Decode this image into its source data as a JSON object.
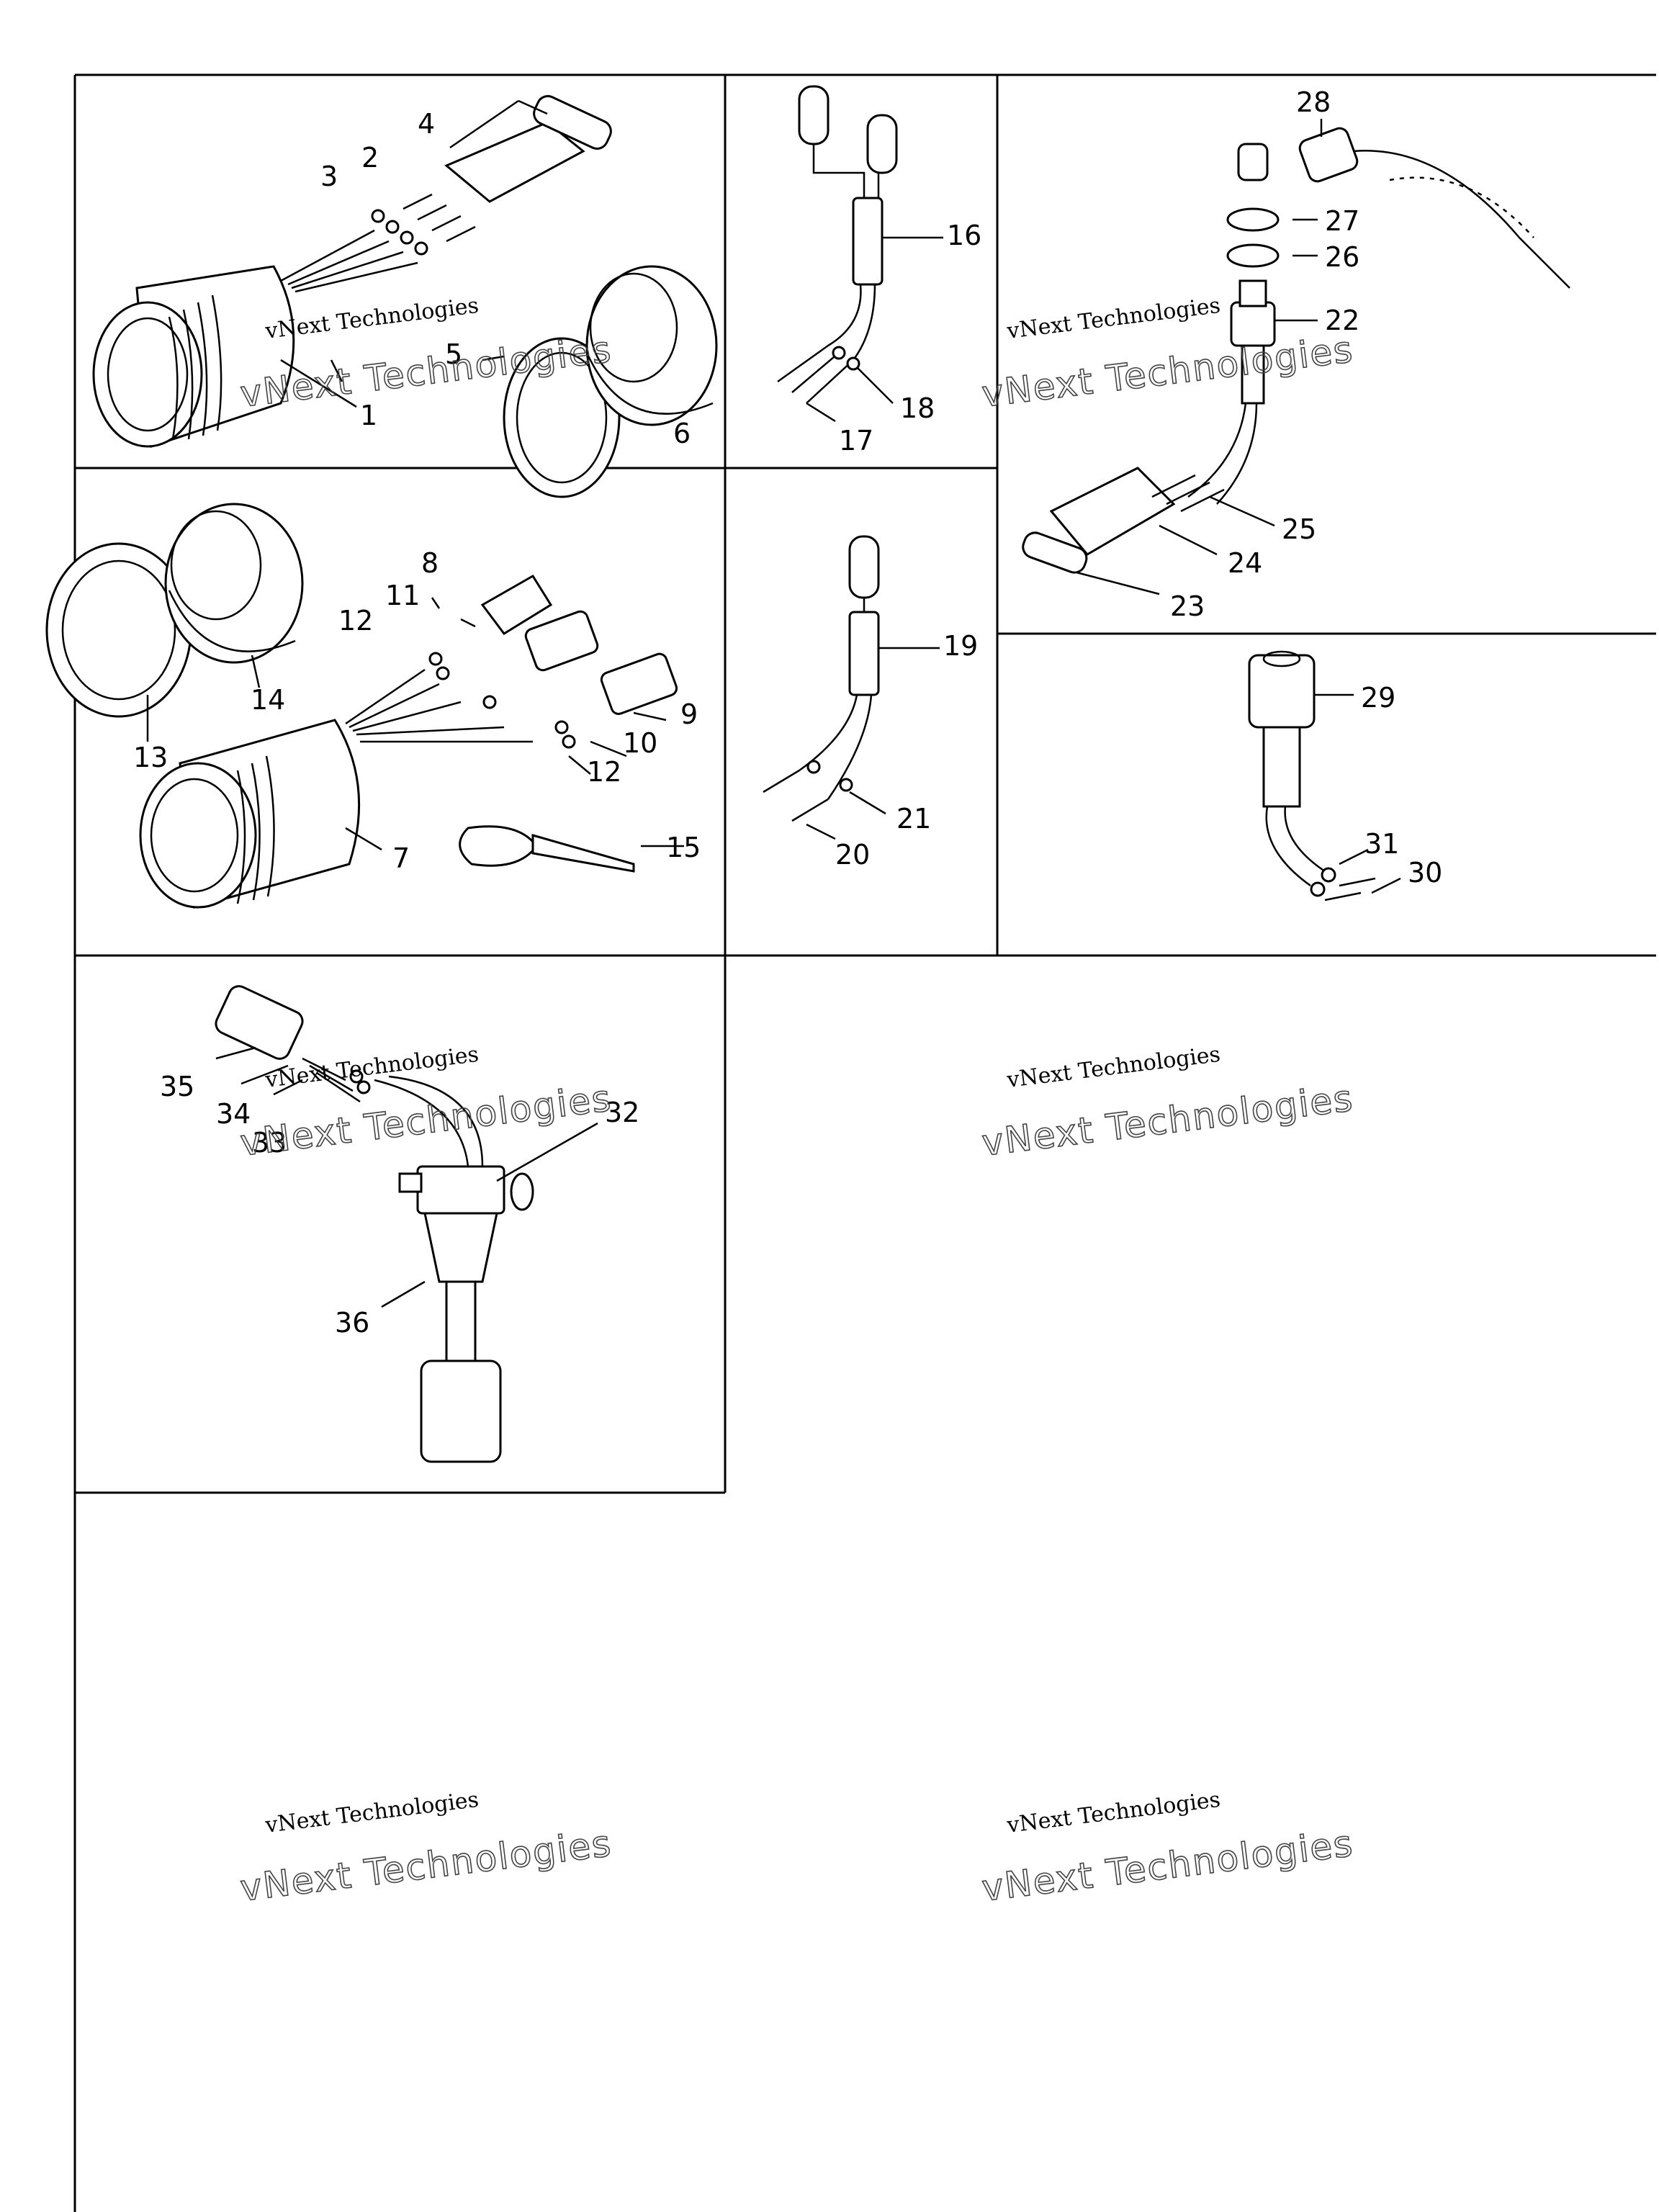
{
  "watermark": {
    "line1": "vNext Technologies",
    "line2": "vNext Technologies"
  },
  "callouts": [
    "1",
    "2",
    "3",
    "4",
    "5",
    "6",
    "7",
    "8",
    "9",
    "10",
    "11",
    "12",
    "13",
    "14",
    "15",
    "16",
    "17",
    "18",
    "19",
    "20",
    "21",
    "22",
    "23",
    "24",
    "25",
    "26",
    "27",
    "28",
    "29",
    "30",
    "31",
    "32",
    "33",
    "34",
    "35",
    "36"
  ]
}
